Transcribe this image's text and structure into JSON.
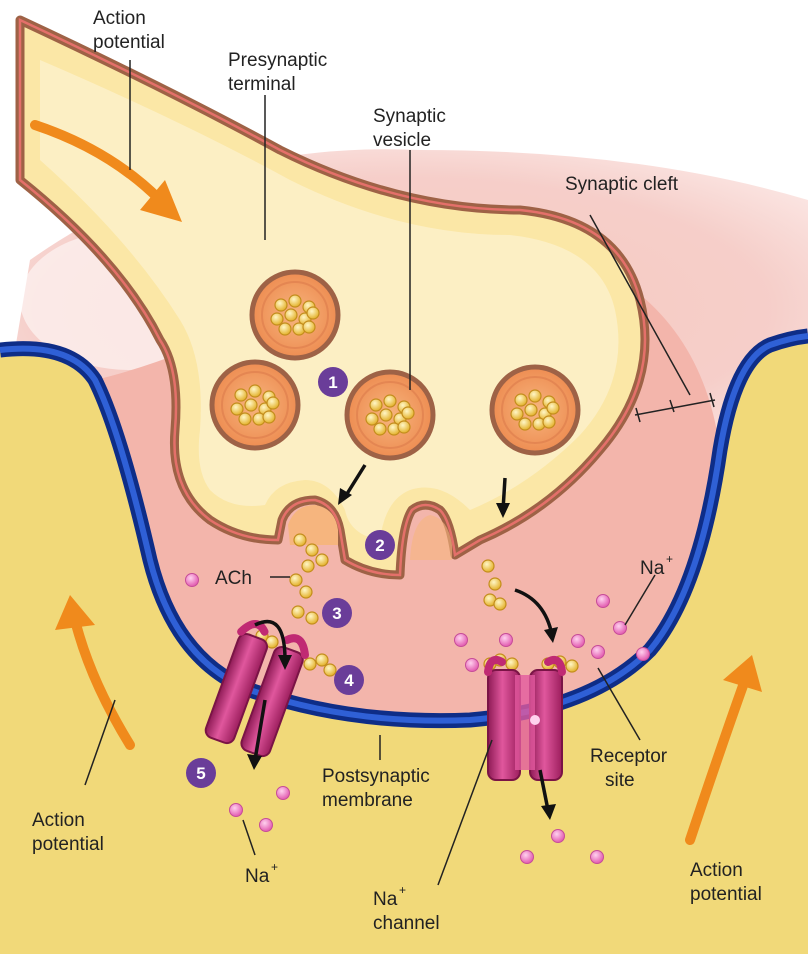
{
  "labels": {
    "action_potential_top_line1": "Action",
    "action_potential_top_line2": "potential",
    "presynaptic_line1": "Presynaptic",
    "presynaptic_line2": "terminal",
    "vesicle_line1": "Synaptic",
    "vesicle_line2": "vesicle",
    "synaptic_cleft": "Synaptic cleft",
    "ach": "ACh",
    "na_right": "Na",
    "receptor_line1": "Receptor",
    "receptor_line2": "site",
    "postsynaptic_line1": "Postsynaptic",
    "postsynaptic_line2": "membrane",
    "action_potential_left_line1": "Action",
    "action_potential_left_line2": "potential",
    "na_bottom": "Na",
    "na_channel_line1": "Na",
    "na_channel_line2": "channel",
    "action_potential_right_line1": "Action",
    "action_potential_right_line2": "potential",
    "plus": "+"
  },
  "steps": [
    "1",
    "2",
    "3",
    "4",
    "5"
  ],
  "colors": {
    "presynaptic_fill": "#fbe7a6",
    "presynaptic_border": "#a4694a",
    "membrane_blue": "#1a3ea0",
    "cleft_pink": "#f3b5ab",
    "postsynaptic_yellow": "#f1d979",
    "vesicle_orange": "#f2a16a",
    "channel_magenta": "#c02a73",
    "step_purple": "#6a3d99",
    "arrow_orange": "#f08a1c",
    "ion_pink": "#f07fc6"
  }
}
